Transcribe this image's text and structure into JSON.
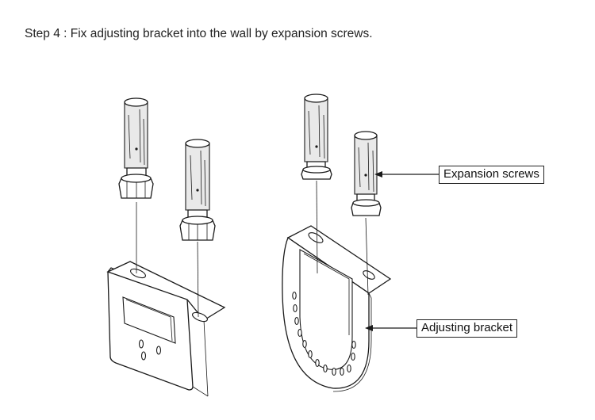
{
  "step": {
    "title": "Step 4 : Fix adjusting bracket into the wall by expansion screws."
  },
  "callouts": {
    "expansion_screws": "Expansion screws",
    "adjusting_bracket": "Adjusting bracket"
  },
  "colors": {
    "line": "#1a1a1a",
    "shade": "#e9e9e9",
    "background": "#ffffff"
  }
}
